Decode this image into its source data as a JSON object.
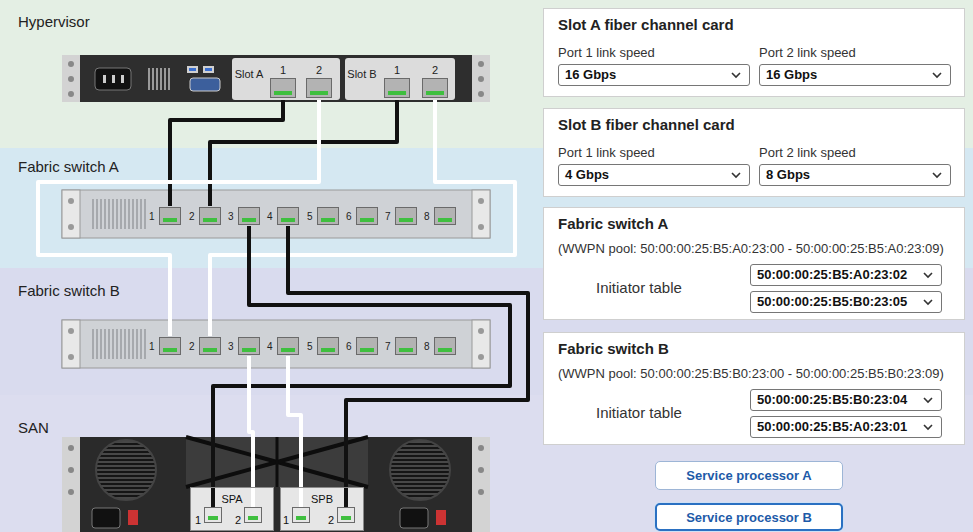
{
  "diagram": {
    "nodes": [
      {
        "text": [
          "Hypervisor"
        ]
      },
      {
        "text": [
          "Slot A"
        ],
        "in": 0
      },
      {
        "text": [
          "1"
        ],
        "in": 1
      },
      {
        "text": [
          "2"
        ],
        "in": 1
      },
      {
        "text": [
          "Slot B"
        ],
        "in": 0
      },
      {
        "text": [
          "1"
        ],
        "in": 4
      },
      {
        "text": [
          "2"
        ],
        "in": 4
      },
      {
        "text": [
          "Fabric switch A"
        ]
      },
      {
        "text": [
          "1"
        ],
        "in": 7
      },
      {
        "text": [
          "2"
        ],
        "in": 7
      },
      {
        "text": [
          "3"
        ],
        "in": 7
      },
      {
        "text": [
          "4"
        ],
        "in": 7
      },
      {
        "text": [
          "5"
        ],
        "in": 7
      },
      {
        "text": [
          "6"
        ],
        "in": 7
      },
      {
        "text": [
          "7"
        ],
        "in": 7
      },
      {
        "text": [
          "8"
        ],
        "in": 7
      },
      {
        "text": [
          "Fabric switch B"
        ]
      },
      {
        "text": [
          "1"
        ],
        "in": 16
      },
      {
        "text": [
          "2"
        ],
        "in": 16
      },
      {
        "text": [
          "3"
        ],
        "in": 16
      },
      {
        "text": [
          "4"
        ],
        "in": 16
      },
      {
        "text": [
          "5"
        ],
        "in": 16
      },
      {
        "text": [
          "6"
        ],
        "in": 16
      },
      {
        "text": [
          "7"
        ],
        "in": 16
      },
      {
        "text": [
          "8"
        ],
        "in": 16
      },
      {
        "text": [
          "SAN"
        ]
      },
      {
        "text": [
          "SPA"
        ],
        "in": 25
      },
      {
        "text": [
          "1"
        ],
        "in": 26
      },
      {
        "text": [
          "2"
        ],
        "in": 26
      },
      {
        "text": [
          "SPB"
        ],
        "in": 25
      },
      {
        "text": [
          "1"
        ],
        "in": 29
      },
      {
        "text": [
          "2"
        ],
        "in": 29
      },
      {
        "text": [
          "Slot A fiber channel card",
          "Port 1 link speed",
          "Port 2 link speed"
        ]
      },
      {
        "text": [
          "16 Gbps"
        ],
        "in": 32
      },
      {
        "text": [
          "16 Gbps"
        ],
        "in": 32
      },
      {
        "text": [
          "Slot B fiber channel card",
          "Port 1 link speed",
          "Port 2 link speed"
        ]
      },
      {
        "text": [
          "4 Gbps"
        ],
        "in": 35
      },
      {
        "text": [
          "8 Gbps"
        ],
        "in": 35
      },
      {
        "text": [
          "Fabric switch A",
          "(WWPN pool: 50:00:00:25:B5:A0:23:00 - 50:00:00:25:B5:A0:23:09)",
          "Initiator table"
        ]
      },
      {
        "text": [
          "50:00:00:25:B5:A0:23:02"
        ],
        "in": 38
      },
      {
        "text": [
          "50:00:00:25:B5:B0:23:05"
        ],
        "in": 38
      },
      {
        "text": [
          "Fabric switch B",
          "(WWPN pool: 50:00:00:25:B5:B0:23:00 - 50:00:00:25:B5:B0:23:09)",
          "Initiator table"
        ]
      },
      {
        "text": [
          "50:00:00:25:B5:B0:23:04"
        ],
        "in": 41
      },
      {
        "text": [
          "50:00:00:25:B5:A0:23:01"
        ],
        "in": 41
      },
      {
        "text": [
          "Service processor A"
        ]
      },
      {
        "text": [
          "Service processor B"
        ]
      }
    ],
    "edges": [
      {
        "from": 2,
        "to": 8,
        "arrow": "none"
      },
      {
        "from": 5,
        "to": 9,
        "arrow": "none"
      },
      {
        "from": 3,
        "to": 17,
        "arrow": "none"
      },
      {
        "from": 6,
        "to": 18,
        "arrow": "none"
      },
      {
        "from": 10,
        "to": 27,
        "arrow": "none"
      },
      {
        "from": 11,
        "to": 31,
        "arrow": "none"
      },
      {
        "from": 19,
        "to": 28,
        "arrow": "none"
      },
      {
        "from": 20,
        "to": 30,
        "arrow": "none"
      }
    ]
  }
}
